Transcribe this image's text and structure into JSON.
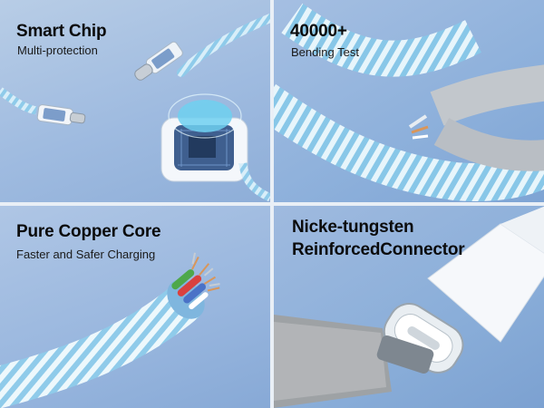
{
  "panels": [
    {
      "title": "Smart Chip",
      "subtitle": "Multi-protection"
    },
    {
      "title": "40000+",
      "subtitle": "Bending Test"
    },
    {
      "title": "Pure Copper Core",
      "subtitle": "Faster and Safer Charging"
    },
    {
      "title_line1": "Nicke-tungsten",
      "title_line2": "ReinforcedConnector"
    }
  ],
  "colors": {
    "cable_blue": "#8fcbea",
    "braid_white": "#eaf6fb",
    "copper": "#d9965a",
    "connector_silver": "#c9d0d6"
  },
  "icons": [
    "smart-chip-illustration",
    "bending-cable-illustration",
    "copper-core-illustration",
    "usb-c-connector-illustration"
  ]
}
